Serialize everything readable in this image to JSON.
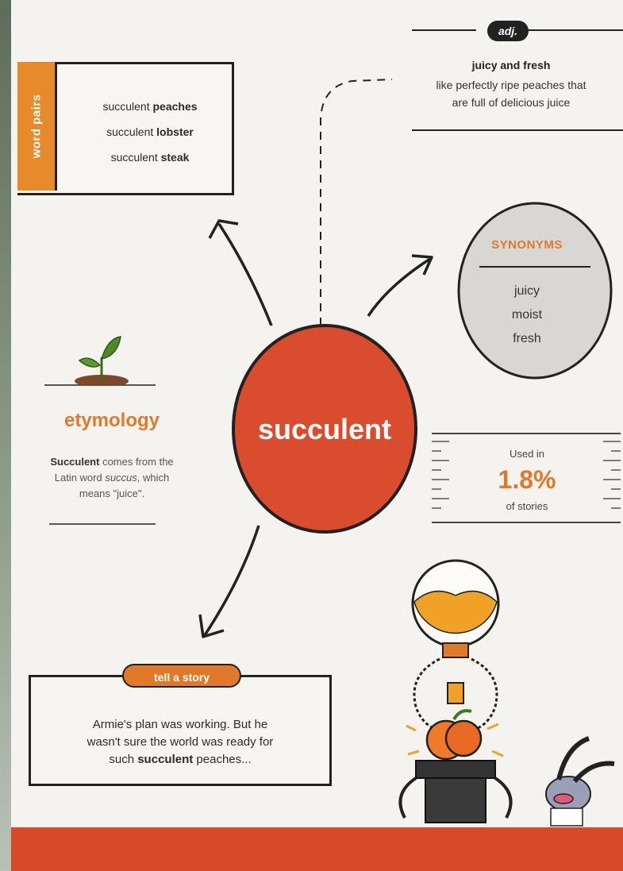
{
  "word_pairs": {
    "tab_label": "word pairs",
    "items": [
      {
        "prefix": "succulent",
        "word": "peaches"
      },
      {
        "prefix": "succulent",
        "word": "lobster"
      },
      {
        "prefix": "succulent",
        "word": "steak"
      }
    ]
  },
  "definition": {
    "part_of_speech": "adj.",
    "heading": "juicy and fresh",
    "line1": "like perfectly ripe peaches that",
    "line2": "are full of delicious juice"
  },
  "synonyms": {
    "title": "SYNONYMS",
    "items": [
      "juicy",
      "moist",
      "fresh"
    ]
  },
  "main_word": "succulent",
  "etymology": {
    "title": "etymology",
    "word": "Succulent",
    "text1": " comes from the",
    "text2": "Latin word ",
    "latin": "succus",
    "text3": ", which",
    "text4": "means \"juice\"."
  },
  "usage": {
    "label_top": "Used in",
    "value": "1.8%",
    "label_bottom": "of stories"
  },
  "story": {
    "pill": "tell a story",
    "line1": "Armie's plan was working. But he",
    "line2": "wasn't sure the world was ready for",
    "line3_pre": "such ",
    "line3_word": "succulent",
    "line3_post": " peaches..."
  },
  "colors": {
    "accent_orange": "#e07a2a",
    "circle_red": "#d94c2e",
    "band_red": "#d64a2a",
    "synonym_grey": "#d9d7d3"
  }
}
